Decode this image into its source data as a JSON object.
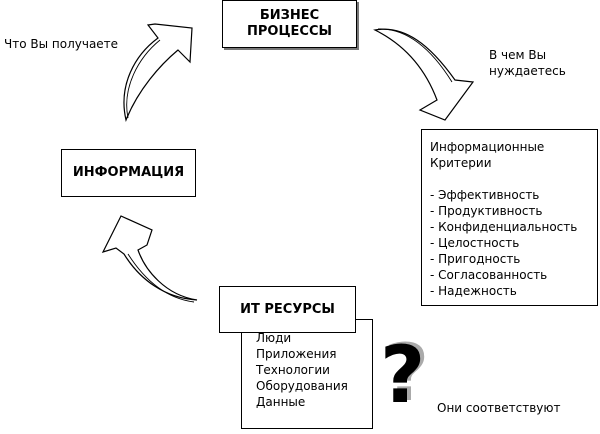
{
  "boxes": {
    "business": {
      "line1": "БИЗНЕС",
      "line2": "ПРОЦЕССЫ"
    },
    "information": {
      "title": "ИНФОРМАЦИЯ"
    },
    "it_resources": {
      "title": "ИТ РЕСУРСЫ",
      "items": [
        "Люди",
        "Приложения",
        "Технологии",
        "Оборудования",
        "Данные"
      ]
    },
    "criteria": {
      "title_line1": "Информационные",
      "title_line2": "Критерии",
      "items": [
        "- Эффективность",
        "- Продуктивность",
        "- Конфиденциальность",
        "- Целостность",
        "- Пригодность",
        "- Согласованность",
        "- Надежность"
      ]
    }
  },
  "labels": {
    "what_you_get": "Что Вы получаете",
    "what_you_need_line1": "В чем Вы",
    "what_you_need_line2": "нуждаетесь",
    "do_they_match": "Они соответствуют"
  },
  "question_mark": "?"
}
